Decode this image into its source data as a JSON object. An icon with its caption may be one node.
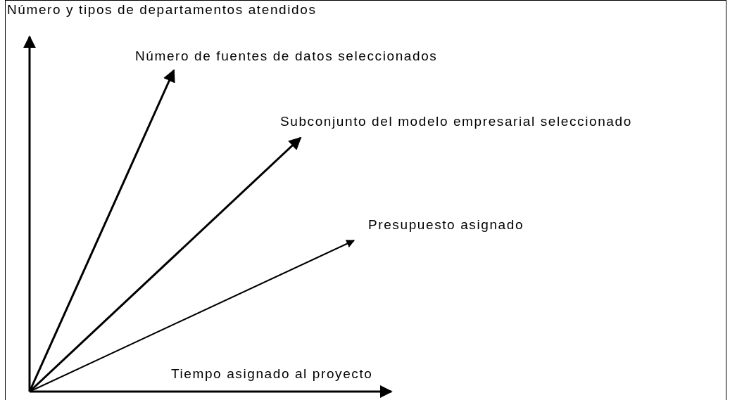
{
  "diagram": {
    "labels": [
      "Número y tipos de departamentos atendidos",
      "Número de fuentes de datos seleccionados",
      "Subconjunto del modelo empresarial seleccionado",
      "Presupuesto asignado",
      "Tiempo asignado al proyecto"
    ]
  }
}
